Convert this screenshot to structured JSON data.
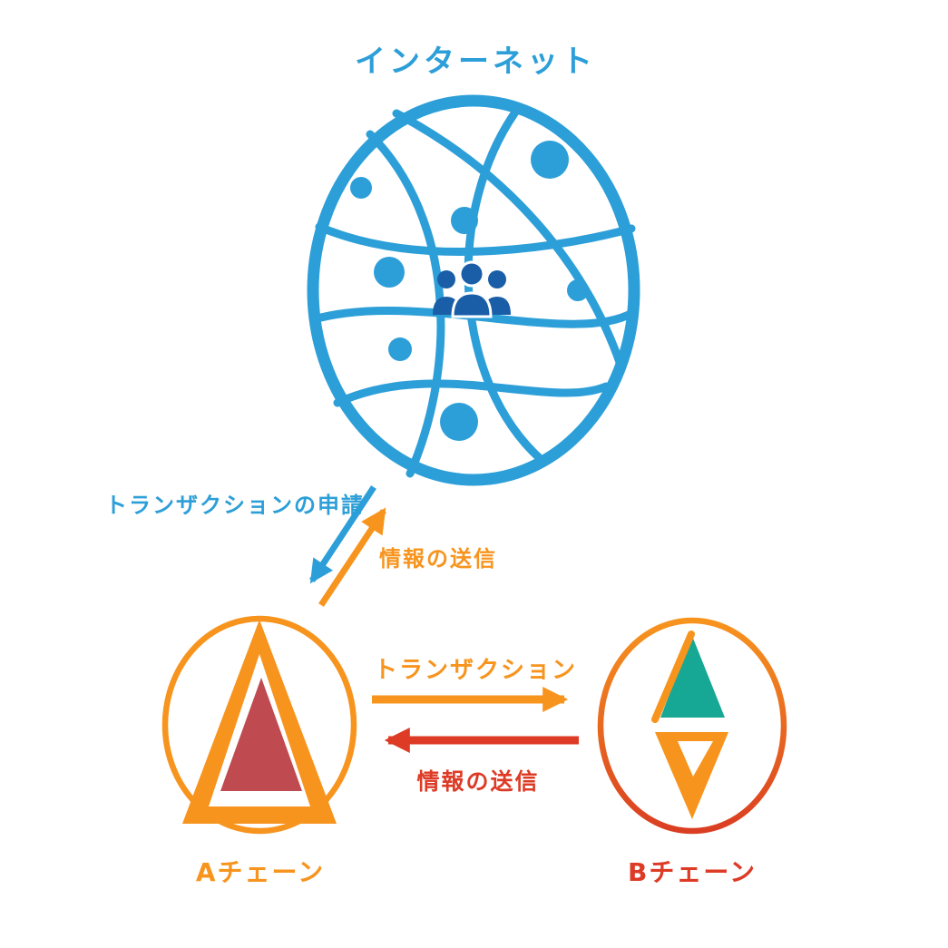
{
  "colors": {
    "blue": "#2d9fd8",
    "dark-blue": "#1a5ea8",
    "orange": "#f7941e",
    "red": "#dd3b26",
    "crimson": "#bf4a50",
    "teal": "#16a795",
    "bg": "#ffffff"
  },
  "internet": {
    "title": "インターネット",
    "icon": "globe-network-icon"
  },
  "flows": {
    "request_label": "トランザクションの申請",
    "send_info_to_internet_label": "情報の送信",
    "transaction_label": "トランザクション",
    "send_info_to_chain_label": "情報の送信"
  },
  "chains": {
    "a_label": "Aチェーン",
    "a_icon": "triangle-logo-icon",
    "b_label": "Bチェーン",
    "b_icon": "diamond-logo-icon"
  },
  "icons": {
    "internet": "globe-network-icon",
    "center_of_globe": "users-group-icon",
    "chain_a": "triangle-logo-icon",
    "chain_b": "diamond-logo-icon"
  }
}
